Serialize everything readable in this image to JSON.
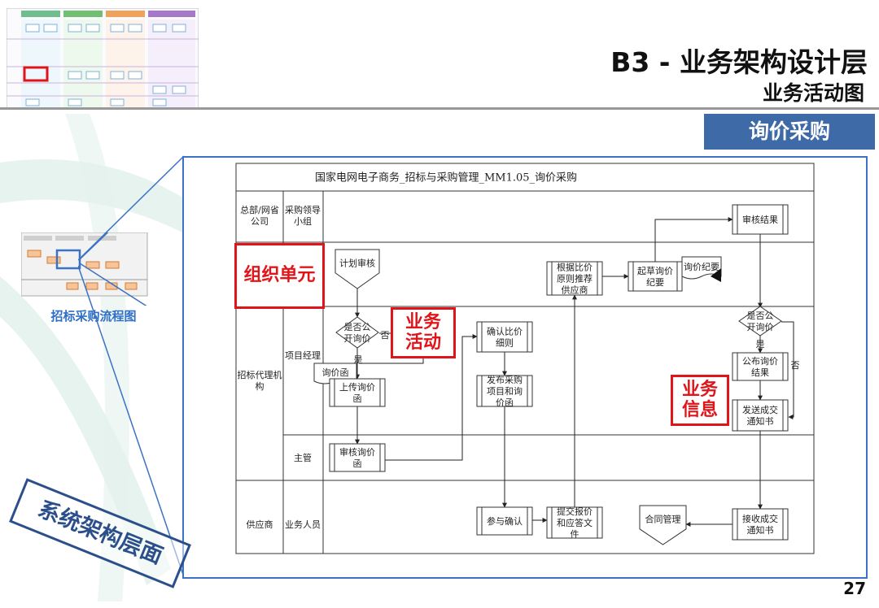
{
  "header": {
    "title": "B3 - 业务架构设计层",
    "subtitle": "业务活动图",
    "banner": "询价采购"
  },
  "page_number": "27",
  "thumbnail_label": "招标采购流程图",
  "system_layer_label": "系统架构层面",
  "callouts": {
    "org_unit": "组织单元",
    "biz_activity": "业务\n活动",
    "biz_info": "业务\n信息"
  },
  "diagram": {
    "title": "国家电网电子商务_招标与采购管理_MM1.05_询价采购",
    "lanes": {
      "hq": "总部/网省\n公司",
      "hq_role": "采购领导\n小组",
      "agency": "招标代理机\n构",
      "pm": "项目经理",
      "supervisor": "主管",
      "supplier": "供应商",
      "staff": "业务人员"
    },
    "nodes": {
      "plan_review": "计划审核",
      "recommend": "根据比价\n原则推荐\n供应商",
      "draft_summary": "起草询价\n纪要",
      "summary_doc": "询价纪要",
      "review_result": "审核结果",
      "public_q1": "是否公\n开询价",
      "no1": "否",
      "yes1": "是",
      "confirm_detail": "确认比价\n细则",
      "inquiry_doc": "询价函",
      "upload_inquiry": "上传询价\n函",
      "publish_project": "发布采购\n项目和询\n价函",
      "public_q2": "是否公\n开询价",
      "yes2": "是",
      "no2": "否",
      "publish_result": "公布询价\n结果",
      "send_notice": "发送成交\n通知书",
      "review_inquiry": "审核询价\n函",
      "participate": "参与确认",
      "submit_quote": "提交报价\n和应答文\n件",
      "contract_mgmt": "合同管理",
      "receive_notice": "接收成交\n通知书"
    }
  }
}
